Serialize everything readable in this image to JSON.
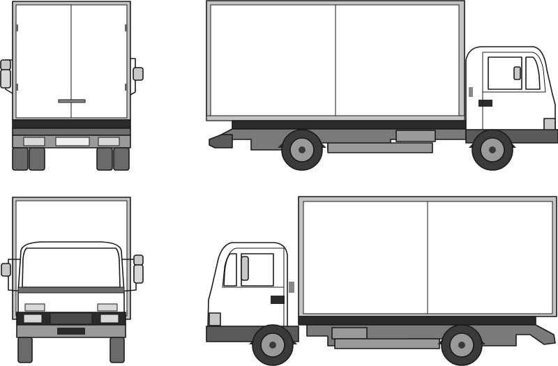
{
  "figure": {
    "views": [
      "rear-view",
      "right-side-view",
      "front-view",
      "left-side-view"
    ]
  },
  "colors": {
    "paper": "#ffffff",
    "body_fill": "#ffffff",
    "outline": "#1a1a1a",
    "chassis_dark": "#2b2b2b",
    "chassis_mid": "#6e6e6e",
    "box_frame": "#c4c4c4",
    "tire": "#3a3a3a",
    "rim": "#9a9a9a",
    "glass": "#ffffff"
  }
}
